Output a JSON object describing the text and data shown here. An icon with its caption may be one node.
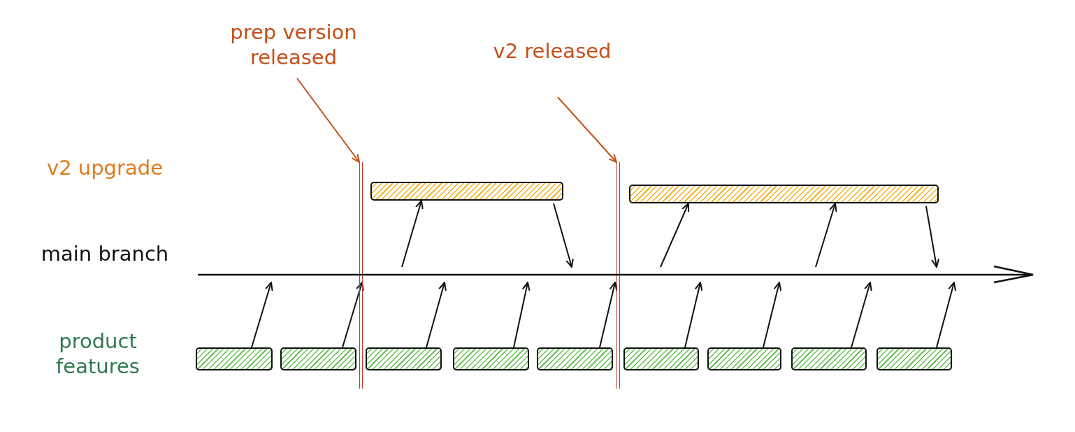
{
  "diagram": {
    "nodes": [
      {
        "text": [
          "prep version released"
        ]
      },
      {
        "text": [
          "v2 released"
        ]
      },
      {
        "text": [],
        "shape": "line"
      },
      {
        "text": [],
        "shape": "line"
      },
      {
        "text": [],
        "shape": "arrow",
        "beside": [
          "main branch"
        ]
      },
      {
        "text": [],
        "shape": "bar"
      },
      {
        "text": [],
        "shape": "bar"
      },
      {
        "text": [],
        "shape": "bar"
      },
      {
        "text": [],
        "shape": "bar"
      },
      {
        "text": [],
        "shape": "bar"
      },
      {
        "text": [],
        "shape": "bar"
      },
      {
        "text": [],
        "shape": "bar"
      },
      {
        "text": [],
        "shape": "bar"
      },
      {
        "text": [],
        "shape": "bar"
      },
      {
        "text": [],
        "shape": "bar"
      },
      {
        "text": [],
        "shape": "bar"
      }
    ],
    "edges": [
      {
        "from": 0,
        "to": 2,
        "arrow": "to",
        "color": "#c4501a"
      },
      {
        "from": 1,
        "to": 3,
        "arrow": "to",
        "color": "#c4501a"
      },
      {
        "from": 4,
        "to": 5,
        "arrow": "to"
      },
      {
        "from": 5,
        "to": 4,
        "arrow": "to"
      },
      {
        "from": 4,
        "to": 6,
        "arrow": "to"
      },
      {
        "from": 4,
        "to": 6,
        "arrow": "to"
      },
      {
        "from": 6,
        "to": 4,
        "arrow": "to"
      },
      {
        "from": 7,
        "to": 4,
        "arrow": "to"
      },
      {
        "from": 8,
        "to": 4,
        "arrow": "to"
      },
      {
        "from": 9,
        "to": 4,
        "arrow": "to"
      },
      {
        "from": 10,
        "to": 4,
        "arrow": "to"
      },
      {
        "from": 11,
        "to": 4,
        "arrow": "to"
      },
      {
        "from": 12,
        "to": 4,
        "arrow": "to"
      },
      {
        "from": 13,
        "to": 4,
        "arrow": "to"
      },
      {
        "from": 14,
        "to": 4,
        "arrow": "to"
      },
      {
        "from": 15,
        "to": 4,
        "arrow": "to"
      }
    ],
    "labels": [
      "v2 upgrade",
      "product features"
    ]
  }
}
